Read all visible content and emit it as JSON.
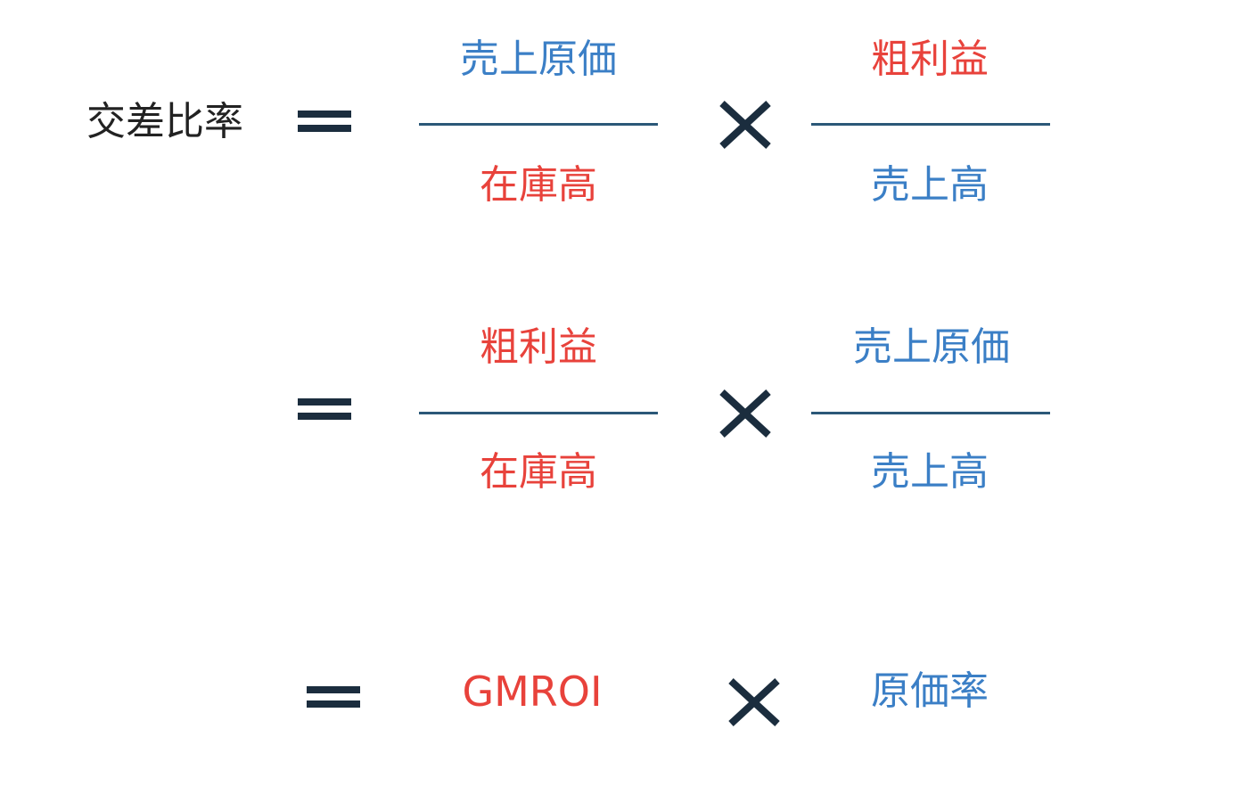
{
  "colors": {
    "blue": "#3b7fc6",
    "red": "#e8423b",
    "symbol": "#1b2d3e",
    "fraction_line": "#2b5878"
  },
  "lhs": "交差比率",
  "row1": {
    "frac1": {
      "numerator": "売上原価",
      "denominator": "在庫高"
    },
    "frac2": {
      "numerator": "粗利益",
      "denominator": "売上高"
    }
  },
  "row2": {
    "frac1": {
      "numerator": "粗利益",
      "denominator": "在庫高"
    },
    "frac2": {
      "numerator": "売上原価",
      "denominator": "売上高"
    }
  },
  "row3": {
    "term1": "GMROI",
    "term2": "原価率"
  }
}
